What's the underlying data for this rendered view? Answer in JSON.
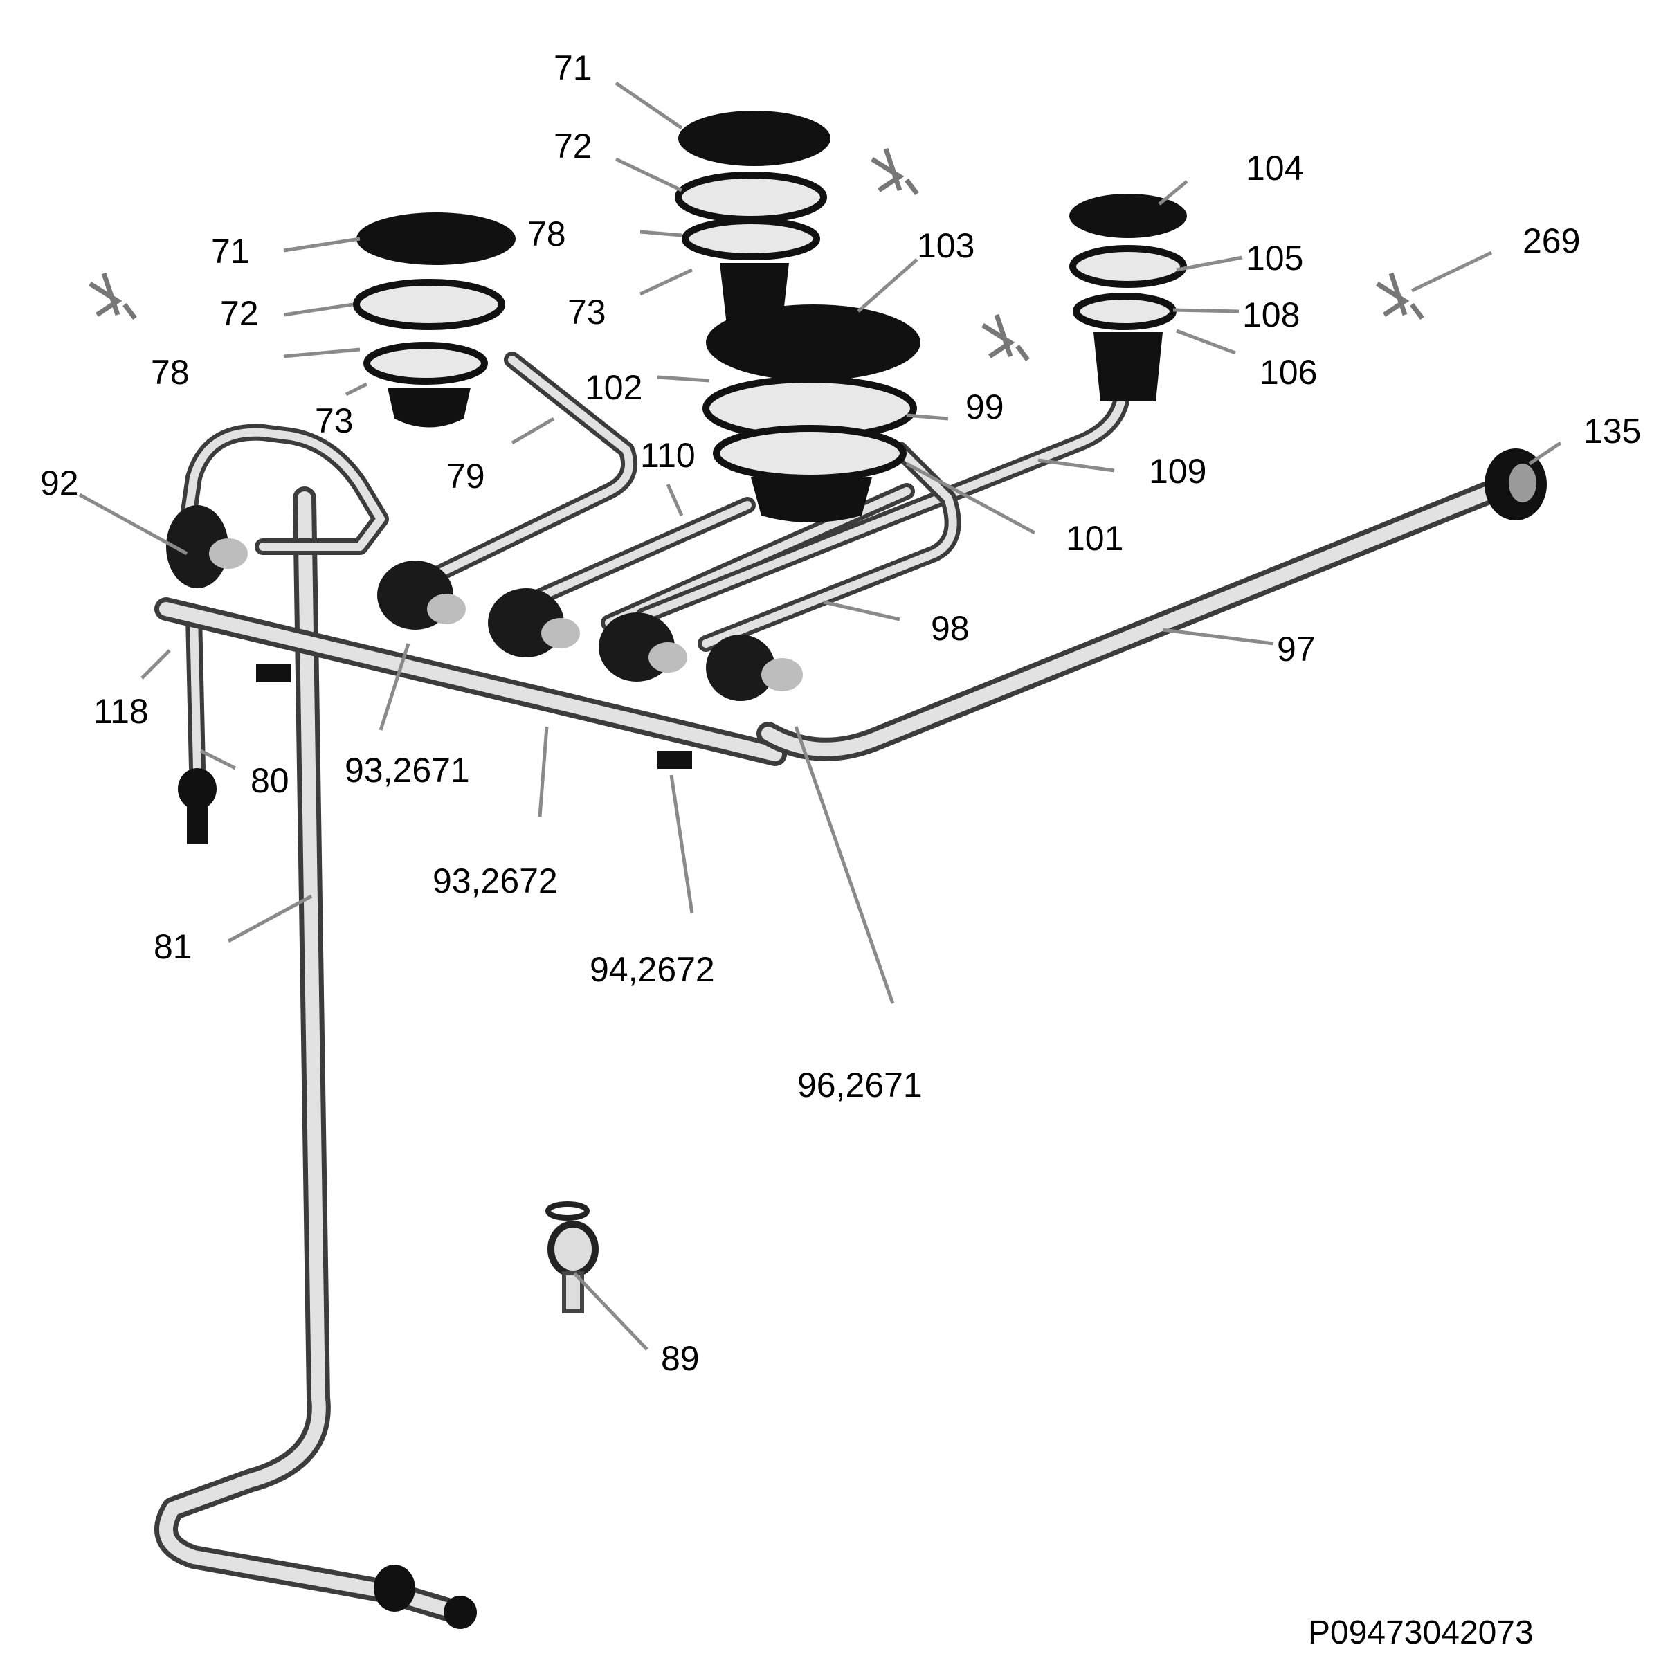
{
  "diagram_code": "P09473042073",
  "labels": {
    "l71a": "71",
    "l72a": "72",
    "l78a": "78",
    "l73a": "73",
    "l78b": "78",
    "l79": "79",
    "l71b": "71",
    "l72b": "72",
    "l73b": "73",
    "l102": "102",
    "l103": "103",
    "l110": "110",
    "l99": "99",
    "l101": "101",
    "l104": "104",
    "l105": "105",
    "l108": "108",
    "l106": "106",
    "l109": "109",
    "l269": "269",
    "l135": "135",
    "l97": "97",
    "l98": "98",
    "l92": "92",
    "l118": "118",
    "l80": "80",
    "l81": "81",
    "l93a": "93,2671",
    "l93b": "93,2672",
    "l94": "94,2672",
    "l96": "96,2671",
    "l89": "89"
  }
}
